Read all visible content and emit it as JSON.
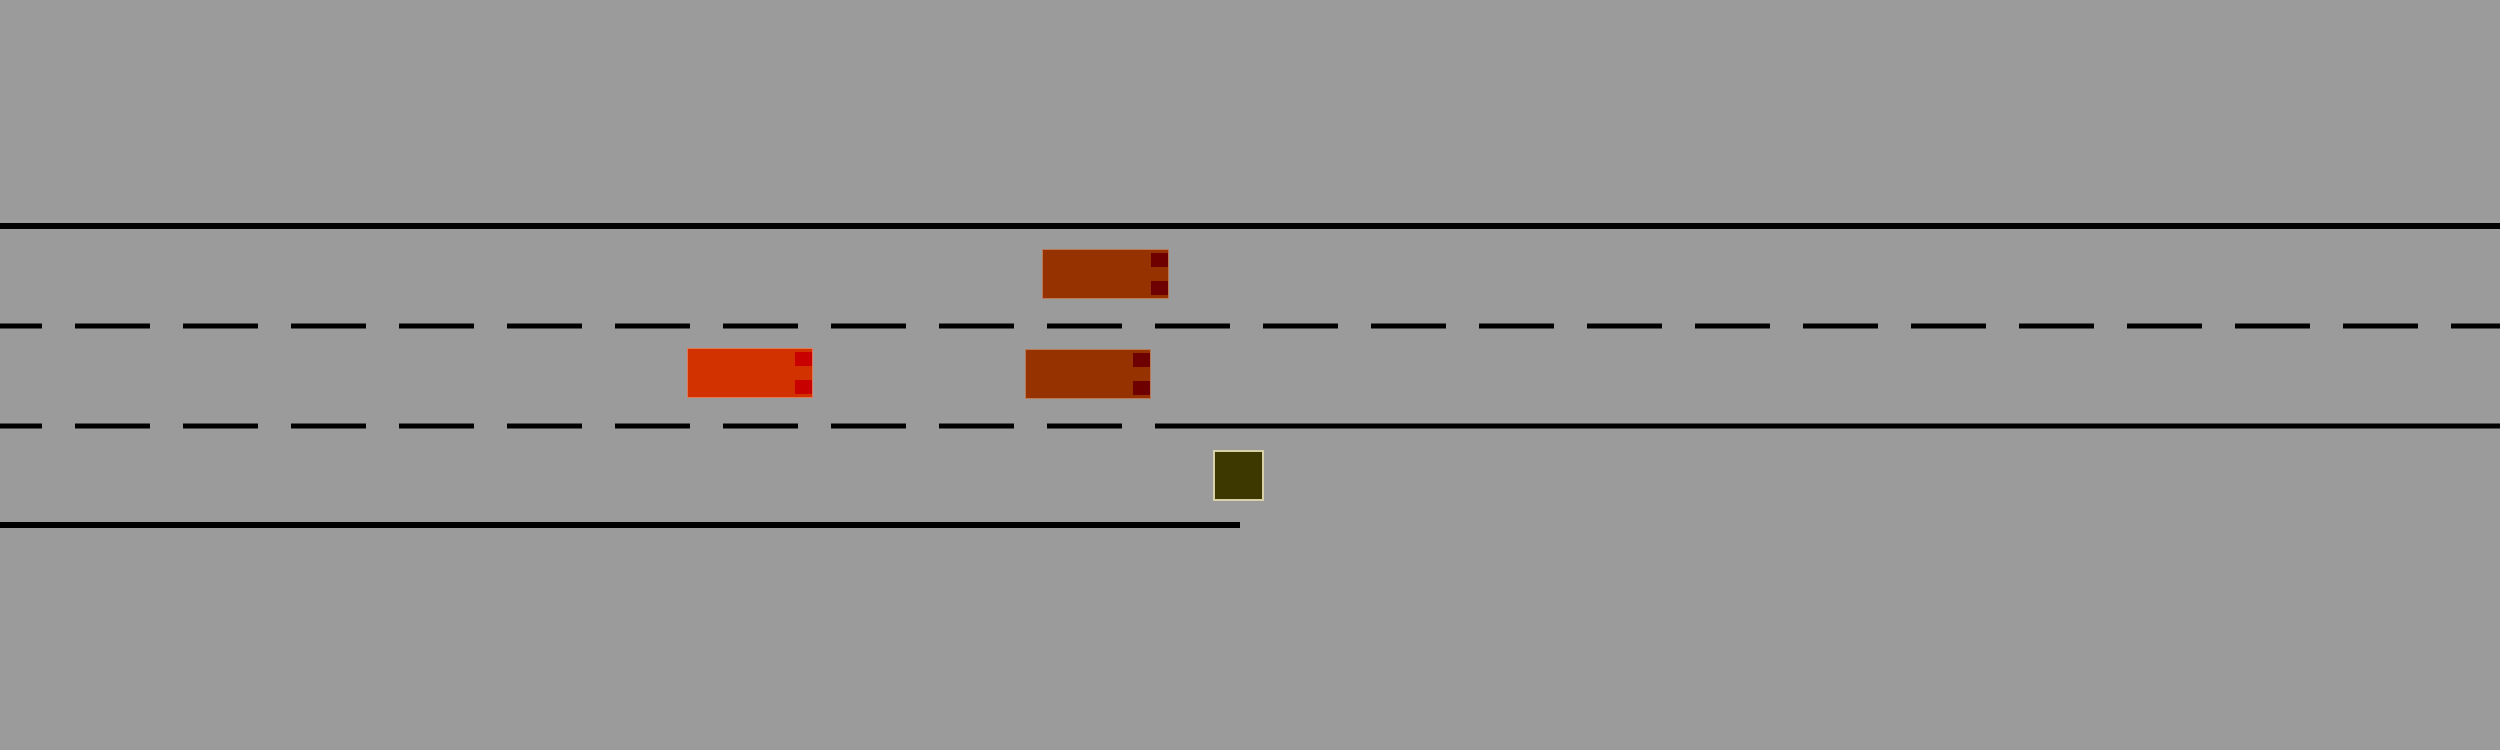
{
  "scene": {
    "name": "highway-merge-scene",
    "background": "#9b9b9b",
    "line_color": "#000000"
  },
  "vehicles": [
    {
      "id": "ego-vehicle",
      "color": "#d23200",
      "light_color": "#c80000",
      "lane": "middle"
    },
    {
      "id": "vehicle-top-lane",
      "color": "#963200",
      "light_color": "#6e0000",
      "lane": "top"
    },
    {
      "id": "vehicle-middle-lane-ahead",
      "color": "#963200",
      "light_color": "#6e0000",
      "lane": "middle"
    }
  ],
  "obstacle": {
    "id": "merge-end-obstacle",
    "color": "#3c3800",
    "border": "#d8d0a8"
  }
}
